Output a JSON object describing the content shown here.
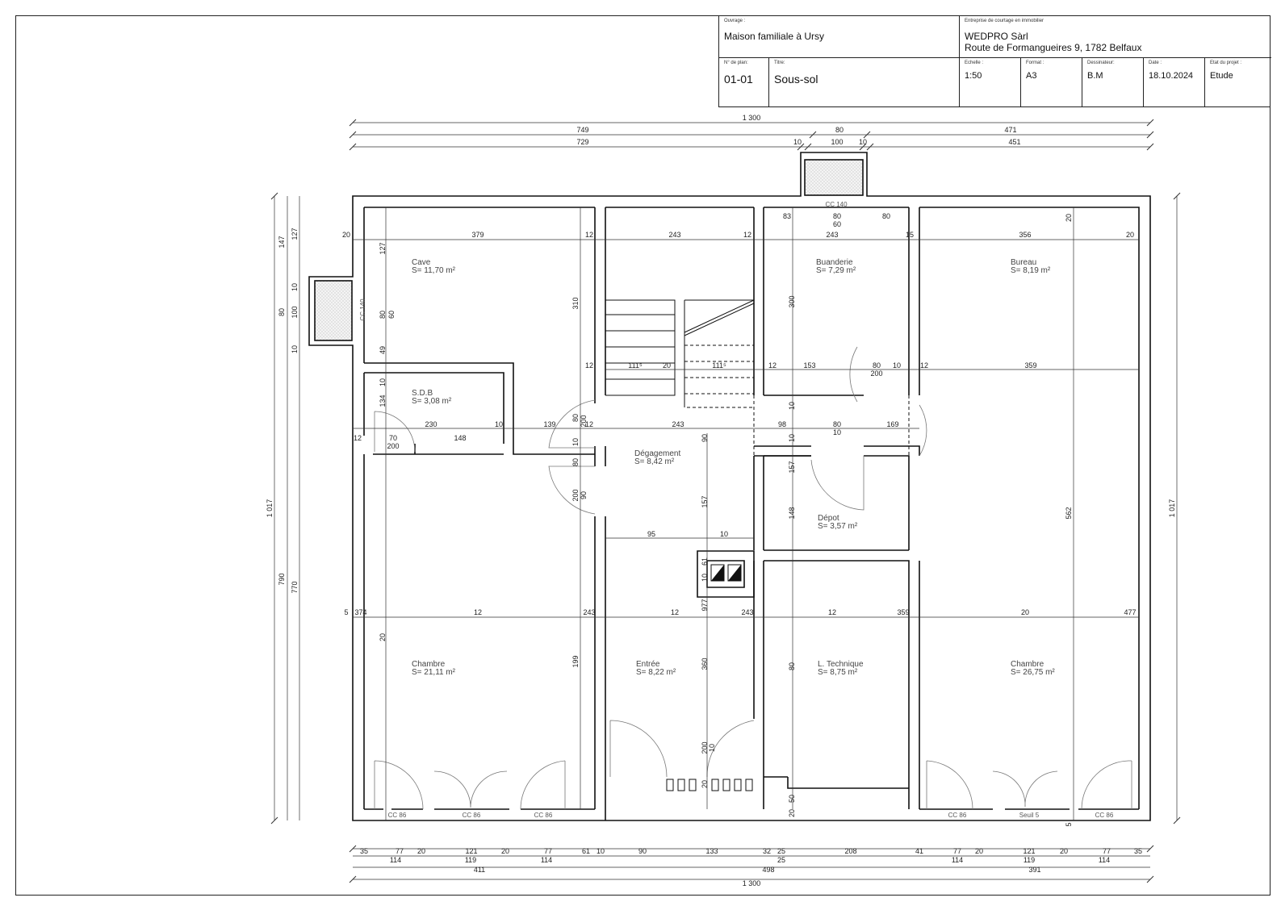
{
  "titleblock": {
    "ouvrage_label": "Ouvrage :",
    "ouvrage": "Maison familiale à Ursy",
    "entreprise_label": "Entreprise de courtage en immobilier",
    "entreprise_name": "WEDPRO Sàrl",
    "entreprise_address": "Route de Formangueires 9, 1782 Belfaux",
    "plan_no_label": "N° de plan:",
    "plan_no": "01-01",
    "titre_label": "Titre:",
    "titre": "Sous-sol",
    "echelle_label": "Echelle :",
    "echelle": "1:50",
    "format_label": "Format :",
    "format": "A3",
    "dessinateur_label": "Dessinateur:",
    "dessinateur": "B.M",
    "date_label": "Date :",
    "date": "18.10.2024",
    "etat_label": "Etat du projet :",
    "etat": "Etude"
  },
  "rooms": [
    {
      "id": "cave",
      "name": "Cave",
      "area": "S= 11,70 m²"
    },
    {
      "id": "buanderie",
      "name": "Buanderie",
      "area": "S= 7,29 m²"
    },
    {
      "id": "bureau",
      "name": "Bureau",
      "area": "S= 8,19 m²"
    },
    {
      "id": "sdb",
      "name": "S.D.B",
      "area": "S= 3,08 m²"
    },
    {
      "id": "degagement",
      "name": "Dégagement",
      "area": "S= 8,42 m²"
    },
    {
      "id": "depot",
      "name": "Dépot",
      "area": "S= 3,57 m²"
    },
    {
      "id": "chambre1",
      "name": "Chambre",
      "area": "S= 21,11 m²"
    },
    {
      "id": "entree",
      "name": "Entrée",
      "area": "S= 8,22 m²"
    },
    {
      "id": "technique",
      "name": "L. Technique",
      "area": "S= 8,75 m²"
    },
    {
      "id": "chambre2",
      "name": "Chambre",
      "area": "S= 26,75 m²"
    }
  ],
  "openings": [
    "CC 140",
    "CC 140",
    "CC 86",
    "CC 86",
    "CC 86",
    "CC 86",
    "Seuil 5",
    "CC 86"
  ],
  "dimensions": {
    "top": [
      [
        "1 300"
      ],
      [
        "749",
        "80",
        "471"
      ],
      [
        "729",
        "10",
        "100",
        "10",
        "451"
      ]
    ],
    "bottom": [
      [
        "35",
        "77",
        "20",
        "121",
        "20",
        "77",
        "61",
        "10",
        "90",
        "133",
        "32",
        "25",
        "208",
        "41",
        "77",
        "20",
        "121",
        "20",
        "77",
        "35"
      ],
      [
        "114",
        "119",
        "114",
        "25",
        "114",
        "119",
        "114"
      ],
      [
        "411",
        "498",
        "391"
      ],
      [
        "1 300"
      ]
    ],
    "left": [
      "147",
      "127",
      "10",
      "80",
      "100",
      "10",
      "1 017",
      "790",
      "770"
    ],
    "right": [
      "1 017"
    ],
    "interior": [
      "20",
      "379",
      "12",
      "243",
      "12",
      "243",
      "15",
      "356",
      "20",
      "127",
      "80",
      "60",
      "49",
      "310",
      "300",
      "83",
      "80",
      "60",
      "80",
      "20",
      "12",
      "111⁵",
      "20",
      "111⁵",
      "12",
      "153",
      "80",
      "10",
      "12",
      "359",
      "200",
      "10",
      "134",
      "12",
      "230",
      "10",
      "139",
      "12",
      "243",
      "98",
      "80",
      "169",
      "70",
      "148",
      "200",
      "80",
      "200",
      "10",
      "10",
      "80",
      "200",
      "90",
      "90",
      "10",
      "10",
      "157",
      "157",
      "148",
      "95",
      "10",
      "61",
      "10",
      "977",
      "562",
      "20",
      "5",
      "374",
      "12",
      "243",
      "12",
      "243",
      "12",
      "359",
      "20",
      "477",
      "199",
      "360",
      "80",
      "200",
      "10",
      "20",
      "50",
      "20",
      "5"
    ]
  }
}
